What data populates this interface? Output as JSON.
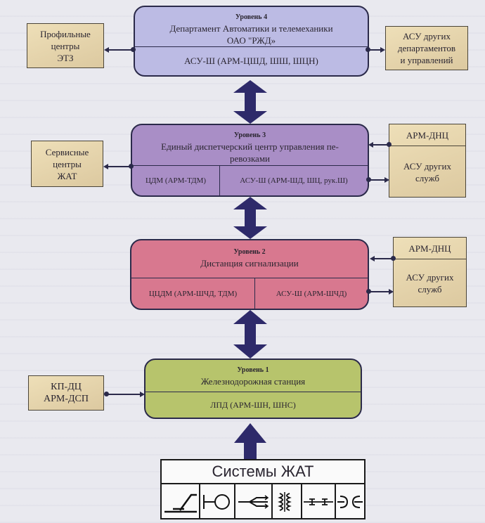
{
  "levels": {
    "level4": {
      "label": "Уровень 4",
      "title_line1": "Департамент Автоматики и телемеханики",
      "title_line2": "ОАО \"РЖД»",
      "cells": [
        "АСУ-Ш (АРМ-ЦШД, ШШ, ШЦН)"
      ],
      "color": "#bcbbe4"
    },
    "level3": {
      "label": "Уровень 3",
      "title_line1": "Единый диспетчерский центр управления пе-",
      "title_line2": "ревозками",
      "cells": [
        "ЦДМ (АРМ-ТДМ)",
        "АСУ-Ш (АРМ-ШД, ШЦ, рук.Ш)"
      ],
      "color": "#a98ec6"
    },
    "level2": {
      "label": "Уровень 2",
      "title_line1": "Дистанция сигнализации",
      "cells": [
        "ЦЦДМ (АРМ-ШЧД, ТДМ)",
        "АСУ-Ш (АРМ-ШЧД)"
      ],
      "color": "#d8788f"
    },
    "level1": {
      "label": "Уровень 1",
      "title_line1": "Железнодорожная станция",
      "cells": [
        "ЛПД (АРМ-ШН, ШНС)"
      ],
      "color": "#b7c46c"
    }
  },
  "side_boxes": {
    "profile_centers": [
      "Профильные",
      "центры",
      "ЭТЗ"
    ],
    "asu_departments": [
      "АСУ других",
      "департаментов",
      "и управлений"
    ],
    "service_centers": [
      "Сервисные",
      "центры",
      "ЖАТ"
    ],
    "arm_dnc_3": {
      "top": "АРМ-ДНЦ",
      "bottom": [
        "АСУ других",
        "служб"
      ]
    },
    "arm_dnc_2": {
      "top": "АРМ-ДНЦ",
      "bottom": [
        "АСУ других",
        "служб"
      ]
    },
    "kp_dc": [
      "КП-ДЦ",
      "АРМ-ДСП"
    ]
  },
  "zhat": {
    "title": "Системы ЖАТ",
    "symbols": [
      "track-switch-icon",
      "signal-icon",
      "track-branch-icon",
      "transformer-icon",
      "insulated-joint-icon",
      "coupling-icon"
    ]
  },
  "colors": {
    "line": "#2b2a4a",
    "side_box": "#e6d6ae"
  }
}
